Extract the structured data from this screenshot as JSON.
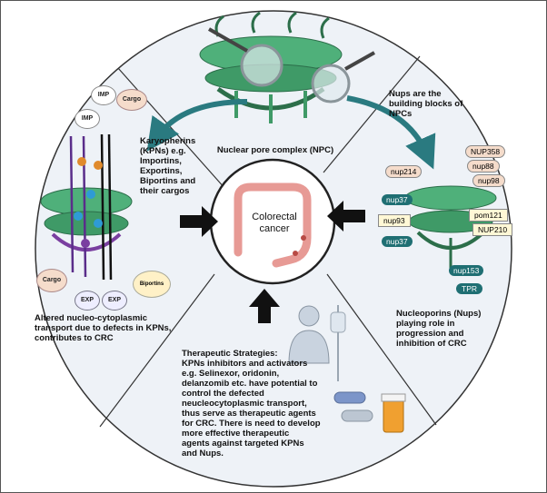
{
  "center": {
    "line1": "Colorectal",
    "line2": "cancer"
  },
  "npc": {
    "caption": "Nuclear pore complex (NPC)"
  },
  "nups_building": {
    "lines": [
      "Nups are the",
      "building blocks of",
      "NPCs"
    ]
  },
  "karyopherins": {
    "lines": [
      "Karyopherins",
      "(KPNs) e.g.",
      "Importins,",
      "Exportins,",
      "Biportins and",
      "their cargos"
    ]
  },
  "altered": {
    "lines": [
      "Altered nucleo-cytoplasmic",
      "transport due to defects in KPNs,",
      "contributes to CRC"
    ]
  },
  "nucleoporins": {
    "lines": [
      "Nucleoporins (Nups)",
      "playing role in",
      "progression and",
      "inhibition of CRC"
    ]
  },
  "therapeutic": {
    "lines": [
      "Therapeutic Strategies:",
      "KPNs inhibitors and activators",
      "e.g. Selinexor, oridonin,",
      "delanzomib etc. have potential to",
      "control the defected",
      "neucleocytoplasmic transport,",
      "thus serve as therapeutic agents",
      "for CRC. There is need to develop",
      "more effective therapeutic",
      "agents against targeted KPNs",
      "and Nups."
    ]
  },
  "transport_labels": {
    "imp1": "IMP",
    "cargo1": "Cargo",
    "imp2": "IMP",
    "cargo2": "Cargo",
    "exp1": "EXP",
    "exp2": "EXP",
    "biportins": "Biportins"
  },
  "nup_labels": {
    "nup214": "nup214",
    "nup358": "NUP358",
    "nup88": "nup88",
    "nup98": "nup98",
    "nup37a": "nup37",
    "nup93": "nup93",
    "pom121": "pom121",
    "nup210": "NUP210",
    "nup37b": "nup37",
    "nup153": "nup153",
    "tpr": "TPR"
  },
  "colors": {
    "npc_green": "#4fb07a",
    "dark_teal": "#1f6f73",
    "arrow_teal": "#2a7a80",
    "bg_circle": "#eef2f7"
  }
}
